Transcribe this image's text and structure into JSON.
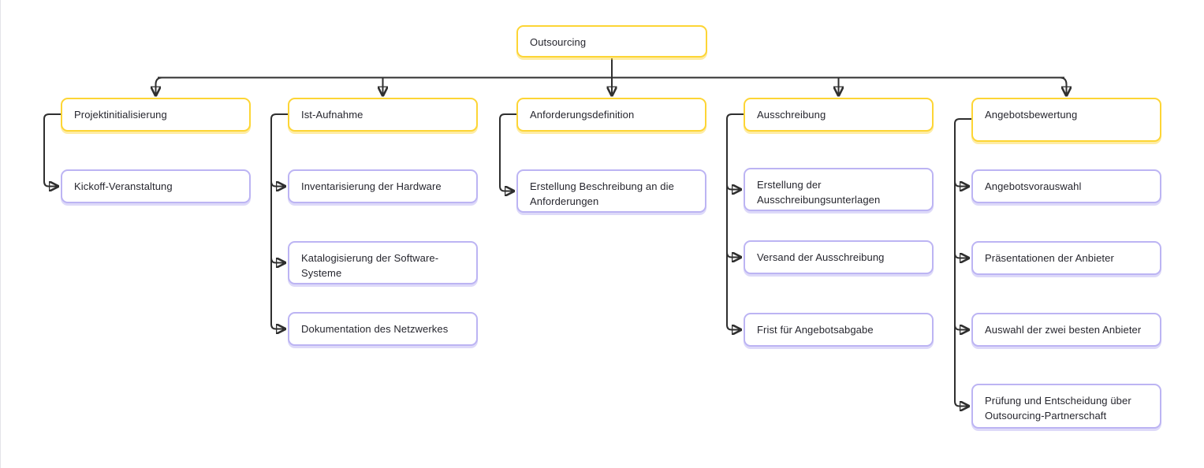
{
  "diagram": {
    "type": "work-breakdown-structure",
    "root": {
      "label": "Outsourcing"
    },
    "columns": [
      {
        "parent": {
          "label": "Projektinitialisierung"
        },
        "children": [
          {
            "label": "Kickoff-Veranstaltung"
          }
        ]
      },
      {
        "parent": {
          "label": "Ist-Aufnahme"
        },
        "children": [
          {
            "label": "Inventarisierung der Hardware"
          },
          {
            "label": "Katalogisierung der Software-Systeme"
          },
          {
            "label": "Dokumentation des Netzwerkes"
          }
        ]
      },
      {
        "parent": {
          "label": "Anforderungsdefinition"
        },
        "children": [
          {
            "label": "Erstellung Beschreibung an die Anforderungen"
          }
        ]
      },
      {
        "parent": {
          "label": "Ausschreibung"
        },
        "children": [
          {
            "label": "Erstellung der Ausschreibungsunterlagen"
          },
          {
            "label": "Versand der Ausschreibung"
          },
          {
            "label": "Frist für Angebotsabgabe"
          }
        ]
      },
      {
        "parent": {
          "label": "Angebotsbewertung"
        },
        "children": [
          {
            "label": "Angebotsvorauswahl"
          },
          {
            "label": "Präsentationen der Anbieter"
          },
          {
            "label": "Auswahl der zwei besten Anbieter"
          },
          {
            "label": "Prüfung und Entscheidung über Outsourcing-Partnerschaft"
          }
        ]
      }
    ],
    "colors": {
      "level1_border": "#fdd535",
      "level2_border": "#bcb4f3",
      "connector": "#2f2f2f",
      "text": "#26262e",
      "background": "#ffffff"
    }
  }
}
